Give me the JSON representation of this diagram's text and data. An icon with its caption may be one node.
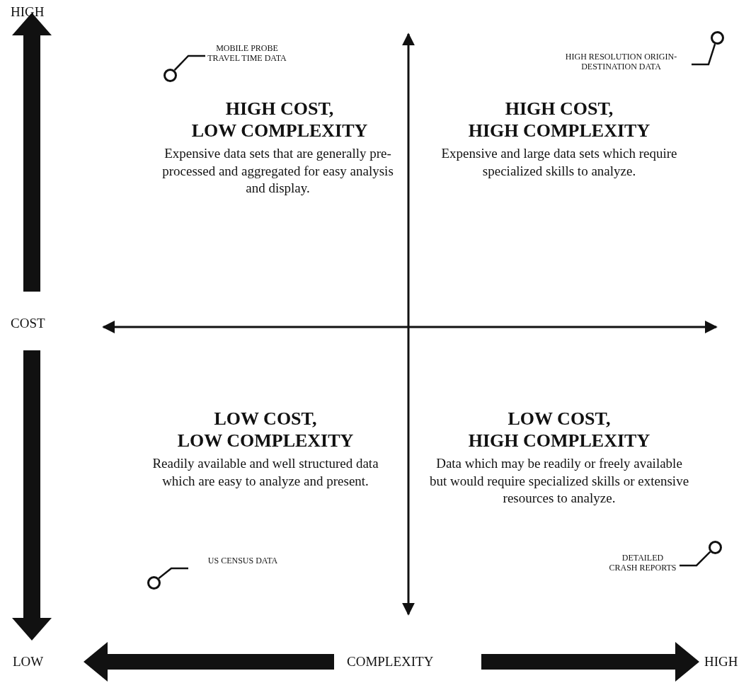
{
  "diagram": {
    "nodes": [
      {
        "text": [
          "MOBILE PROBE TRAVEL TIME DATA"
        ]
      },
      {
        "text": [],
        "shape": "circle"
      },
      {
        "text": [
          "HIGH RESOLUTION ORIGIN-DESTINATION DATA"
        ]
      },
      {
        "text": [],
        "shape": "circle"
      },
      {
        "text": [
          "US CENSUS DATA"
        ]
      },
      {
        "text": [],
        "shape": "circle"
      },
      {
        "text": [
          "DETAILED CRASH REPORTS"
        ]
      },
      {
        "text": [],
        "shape": "circle"
      }
    ],
    "edges": [
      {
        "from": 0,
        "to": 1,
        "arrow": "none"
      },
      {
        "from": 2,
        "to": 3,
        "arrow": "none"
      },
      {
        "from": 4,
        "to": 5,
        "arrow": "none"
      },
      {
        "from": 6,
        "to": 7,
        "arrow": "none"
      }
    ],
    "labels": [
      "HIGH",
      "HIGH COST, LOW COMPLEXITY",
      "Expensive data sets that are generally pre-processed and aggregated for easy analysis and display.",
      "HIGH COST, HIGH COMPLEXITY",
      "Expensive and large data sets which require specialized skills to analyze.",
      "COST",
      "LOW COST, LOW COMPLEXITY",
      "Readily available and well structured data which are easy to analyze and present.",
      "LOW COST, HIGH COMPLEXITY",
      "Data which may be readily or freely available but would require specialized skills or extensive resources to analyze.",
      "LOW",
      "COMPLEXITY",
      "HIGH"
    ]
  }
}
